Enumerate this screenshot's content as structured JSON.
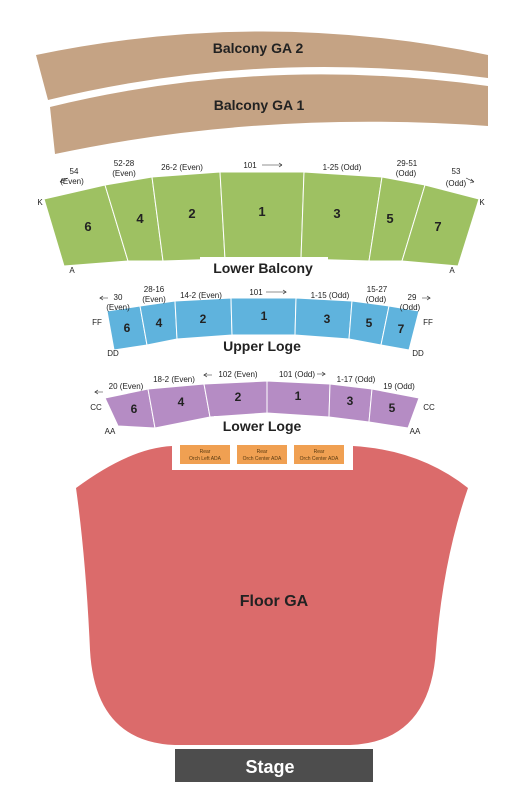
{
  "colors": {
    "balcony_ga": "#c5a384",
    "lower_balcony": "#9ec162",
    "upper_loge": "#5fb3dd",
    "lower_loge": "#b58cc4",
    "floor": "#db6b6b",
    "stage": "#4d4d4d",
    "ada": "#f0a052"
  },
  "balcony_ga": {
    "tier2": "Balcony GA 2",
    "tier1": "Balcony GA 1"
  },
  "lower_balcony": {
    "label": "Lower Balcony",
    "sections": [
      "6",
      "4",
      "2",
      "1",
      "3",
      "5",
      "7"
    ],
    "rows": {
      "top": "K",
      "bottom": "A"
    },
    "seat_notes": {
      "s6_1": "54",
      "s6_2": "(Even)",
      "s4_1": "52-28",
      "s4_2": "(Even)",
      "s2": "26-2 (Even)",
      "s1": "101",
      "s3": "1-25 (Odd)",
      "s5_1": "29-51",
      "s5_2": "(Odd)",
      "s7_1": "53",
      "s7_2": "(Odd)"
    }
  },
  "upper_loge": {
    "label": "Upper Loge",
    "sections": [
      "6",
      "4",
      "2",
      "1",
      "3",
      "5",
      "7"
    ],
    "rows": {
      "top": "FF",
      "bottom": "DD"
    },
    "seat_notes": {
      "s6_1": "30",
      "s6_2": "(Even)",
      "s4_1": "28-16",
      "s4_2": "(Even)",
      "s2": "14-2 (Even)",
      "s1": "101",
      "s3": "1-15 (Odd)",
      "s5_1": "15-27",
      "s5_2": "(Odd)",
      "s7_1": "29",
      "s7_2": "(Odd)"
    }
  },
  "lower_loge": {
    "label": "Lower Loge",
    "sections": [
      "6",
      "4",
      "2",
      "1",
      "3",
      "5"
    ],
    "rows": {
      "top": "CC",
      "bottom": "AA"
    },
    "seat_notes": {
      "s6": "20 (Even)",
      "s4": "18-2 (Even)",
      "s2": "102 (Even)",
      "s1": "101 (Odd)",
      "s3": "1-17 (Odd)",
      "s5": "19 (Odd)"
    }
  },
  "ada": [
    {
      "line1": "Rear",
      "line2": "Orch Left ADA"
    },
    {
      "line1": "Rear",
      "line2": "Orch Center ADA"
    },
    {
      "line1": "Rear",
      "line2": "Orch Center ADA"
    }
  ],
  "floor": {
    "label": "Floor GA"
  },
  "stage": {
    "label": "Stage"
  }
}
